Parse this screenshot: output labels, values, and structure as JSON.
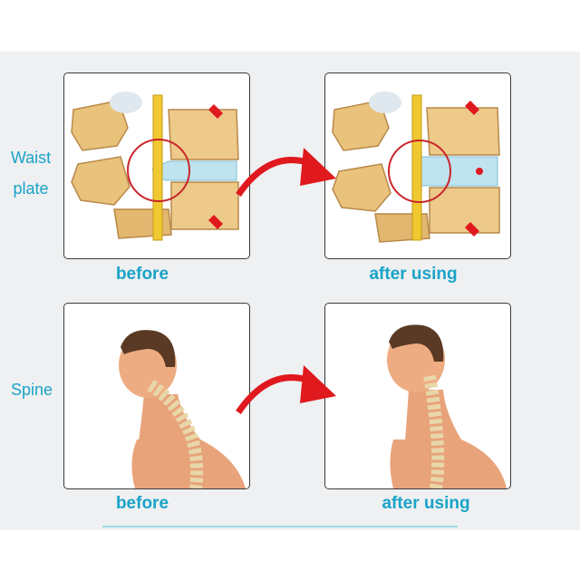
{
  "header": {
    "text": ""
  },
  "rows": [
    {
      "label_lines": [
        "Waist",
        "plate"
      ],
      "before_caption": "before",
      "after_caption": "after using"
    },
    {
      "label_lines": [
        "Spine"
      ],
      "before_caption": "before",
      "after_caption": "after using"
    }
  ],
  "icons": {
    "arrow": "curved-red-arrow",
    "marker": "red-circle-highlight"
  },
  "colors": {
    "label_text": "#1aa3c8",
    "arrow": "#e0191e",
    "bone": "#e9c27c",
    "skin": "#e8a37a",
    "disc": "#bfe3ef"
  }
}
